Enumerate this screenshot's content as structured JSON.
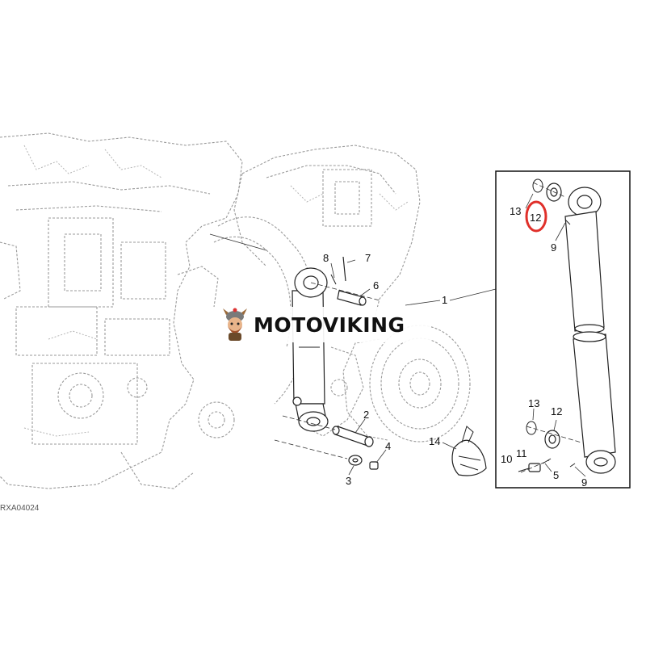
{
  "brand": {
    "name": "MOTOVIKING"
  },
  "figure_code": "RXA04024",
  "highlight_color": "#e0302a",
  "callouts": {
    "c1": "1",
    "c2": "2",
    "c3": "3",
    "c4": "4",
    "c5": "5",
    "c6": "6",
    "c7": "7",
    "c8": "8",
    "c9a": "9",
    "c9b": "9",
    "c10": "10",
    "c11": "11",
    "c12a": "12",
    "c12b": "12",
    "c13a": "13",
    "c13b": "13",
    "c14": "14"
  },
  "highlighted_callout": "12"
}
